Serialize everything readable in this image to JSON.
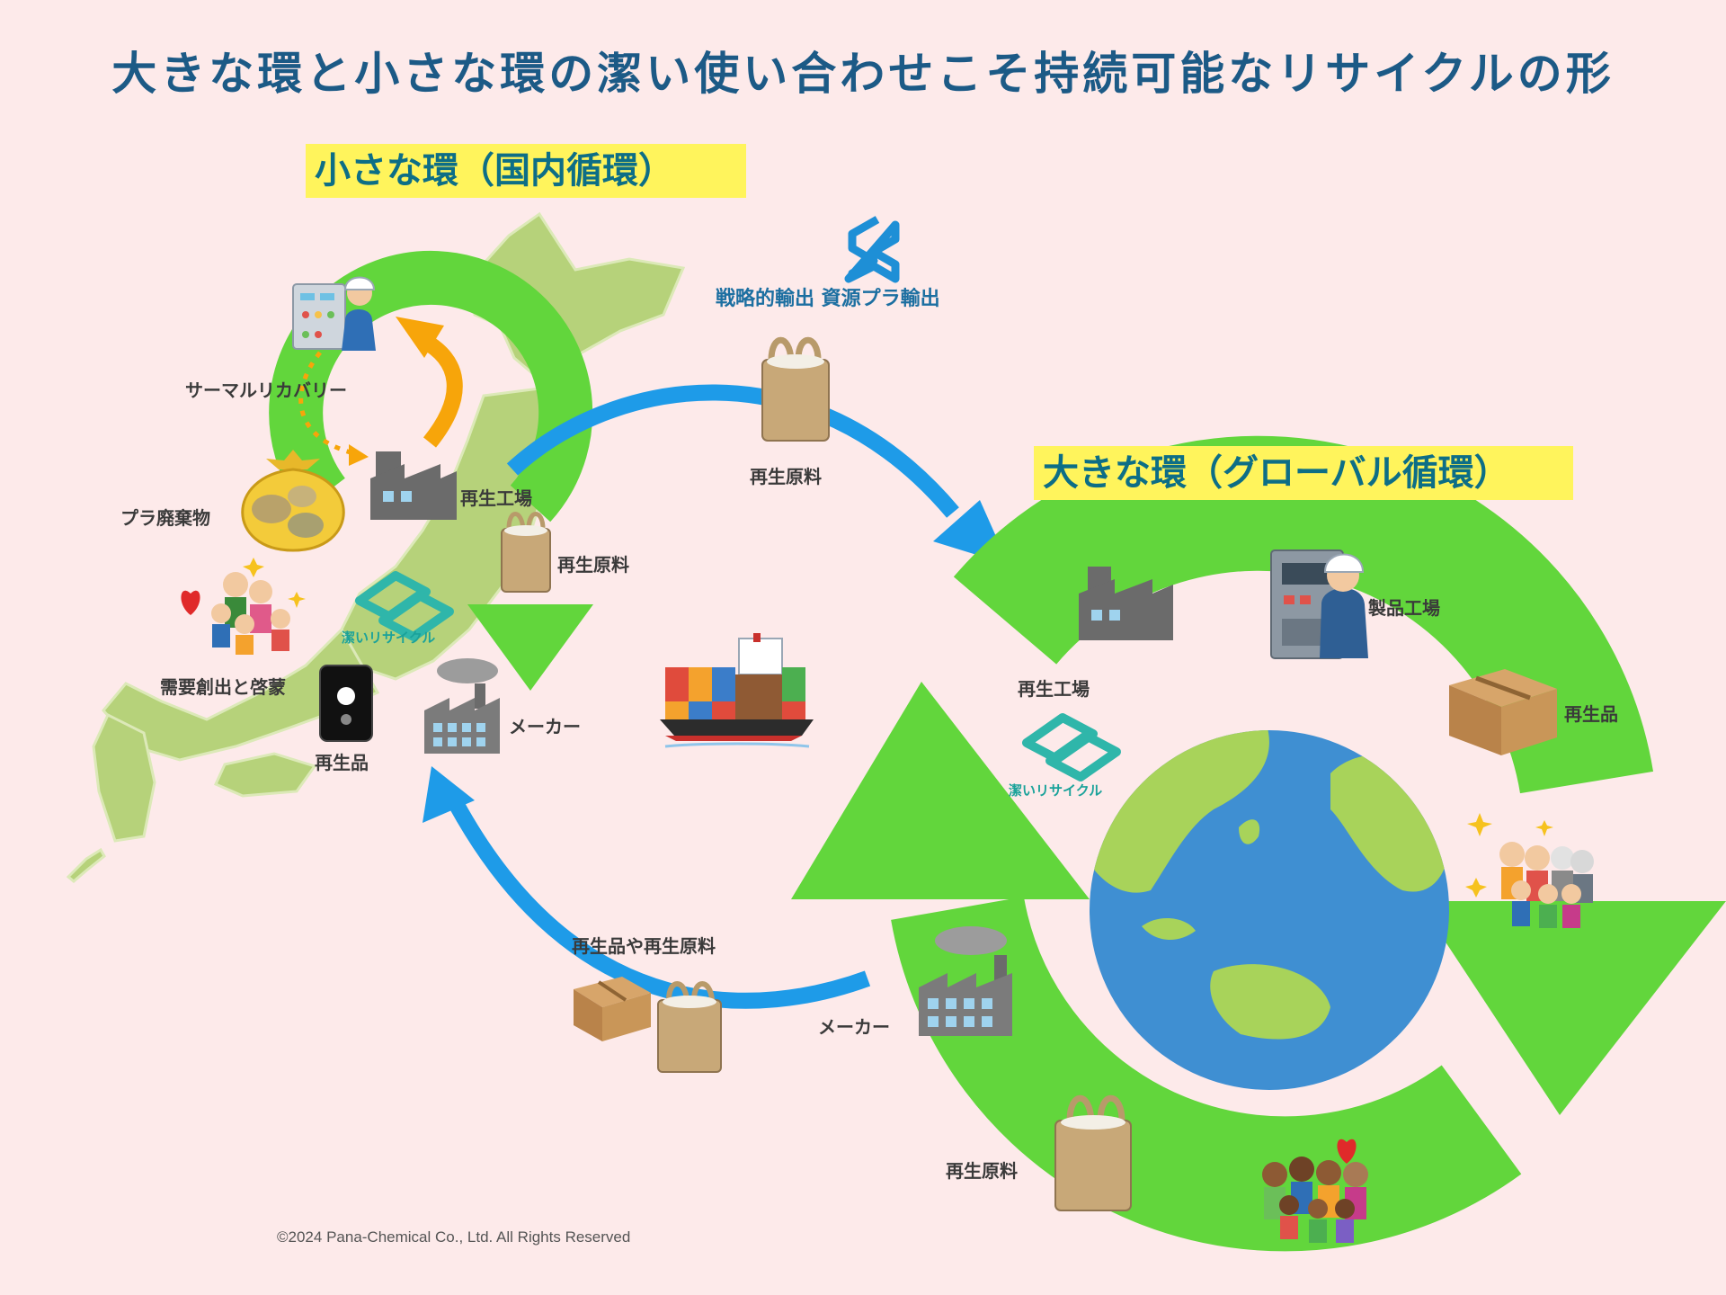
{
  "title": "大きな環と小さな環の潔い使い合わせこそ持続可能なリサイクルの形",
  "small_loop": {
    "heading": "小さな環（国内循環）",
    "labels": {
      "thermal_recovery": "サーマルリカバリー",
      "plastic_waste": "プラ廃棄物",
      "recycling_factory": "再生工場",
      "recycled_material": "再生原料",
      "demand_creation": "需要創出と啓蒙",
      "recycled_product": "再生品",
      "maker": "メーカー",
      "brand": "潔いリサイクル"
    }
  },
  "export": {
    "label": "戦略的輸出 資源プラ輸出",
    "material": "再生原料"
  },
  "import": {
    "label": "再生品や再生原料",
    "maker": "メーカー"
  },
  "global_loop": {
    "heading": "大きな環（グローバル循環）",
    "labels": {
      "product_factory": "製品工場",
      "recycled_product": "再生品",
      "recycling_factory": "再生工場",
      "brand": "潔いリサイクル",
      "recycled_material": "再生原料"
    }
  },
  "copyright": "©2024 Pana-Chemical Co., Ltd. All Rights Reserved",
  "colors": {
    "background": "#fdeaea",
    "green": "#62d63c",
    "blue_arrow": "#1e9be8",
    "orange_arrow": "#f7a50a",
    "map": "#b6d27a",
    "ocean": "#3f8fd2",
    "banner": "#fff45c",
    "title": "#1c5a86"
  }
}
